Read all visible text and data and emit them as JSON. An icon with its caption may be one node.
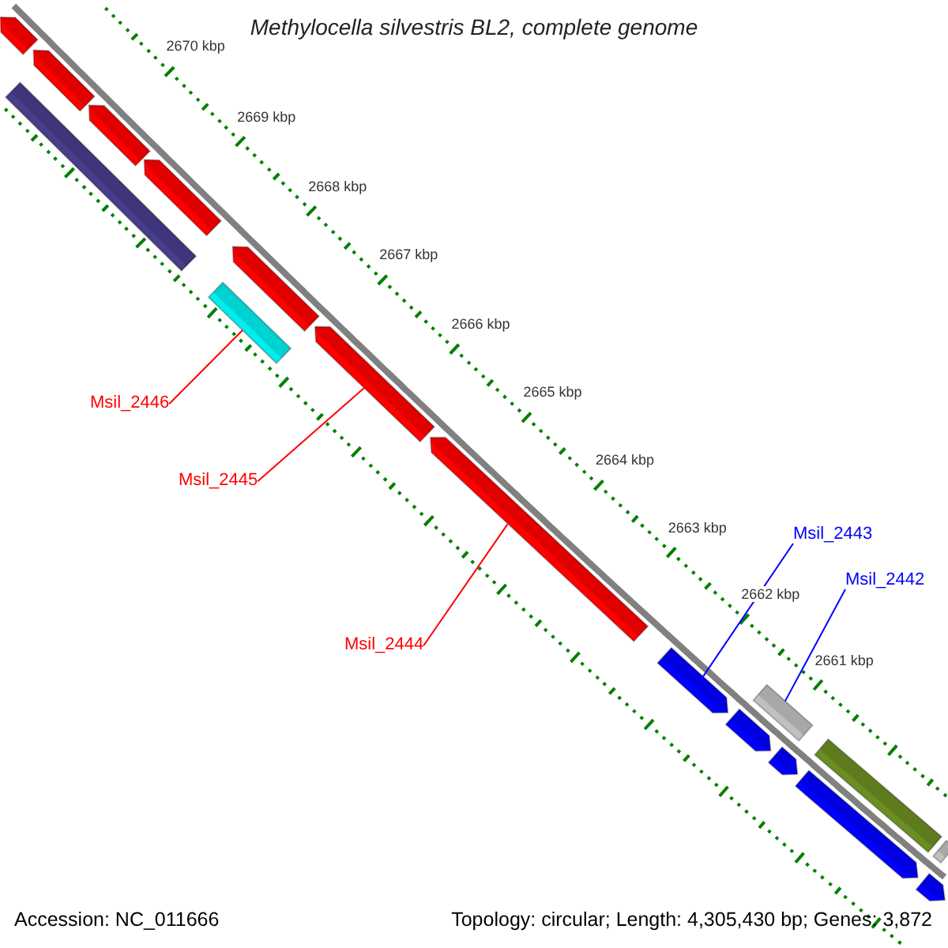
{
  "diagram": {
    "title": "Methylocella silvestris BL2, complete genome",
    "nodes": [
      {
        "text": [
          "Msil_2446"
        ]
      },
      {
        "text": [
          "Msil_2445"
        ]
      },
      {
        "text": [
          "Msil_2444"
        ]
      },
      {
        "text": [
          "Msil_2443"
        ]
      },
      {
        "text": [
          "Msil_2442"
        ]
      },
      {
        "text": [],
        "shape": "arrow"
      },
      {
        "text": [],
        "shape": "bar"
      },
      {
        "text": [],
        "shape": "arrow"
      },
      {
        "text": [],
        "shape": "arrow"
      },
      {
        "text": [],
        "shape": "arrow"
      },
      {
        "text": [],
        "shape": "bar"
      },
      {
        "text": [],
        "shape": "arrow"
      },
      {
        "text": [],
        "shape": "arrow"
      },
      {
        "text": [],
        "shape": "arrow"
      },
      {
        "text": [],
        "shape": "arrow"
      },
      {
        "text": [],
        "shape": "arrow"
      },
      {
        "text": [],
        "shape": "bar"
      },
      {
        "text": [],
        "shape": "arrow"
      },
      {
        "text": [],
        "shape": "arrow"
      },
      {
        "text": [],
        "shape": "bar"
      },
      {
        "text": [],
        "shape": "arrow"
      },
      {
        "text": [],
        "shape": "bar"
      }
    ],
    "edges": [
      {
        "from": 0,
        "to": 10,
        "arrow": "none"
      },
      {
        "from": 1,
        "to": 12,
        "arrow": "none"
      },
      {
        "from": 2,
        "to": 13,
        "arrow": "none"
      },
      {
        "from": 3,
        "to": 14,
        "arrow": "none",
        "color": "#0000ff"
      },
      {
        "from": 4,
        "to": 16,
        "arrow": "none",
        "color": "#0000ff"
      }
    ],
    "labels": [
      "2670 kbp",
      "2669 kbp",
      "2668 kbp",
      "2667 kbp",
      "2666 kbp",
      "2665 kbp",
      "2664 kbp",
      "2663 kbp",
      "2662 kbp",
      "2661 kbp",
      "Accession: NC_011666",
      "Topology: circular; Length: 4,305,430 bp; Genes: 3,872"
    ]
  }
}
